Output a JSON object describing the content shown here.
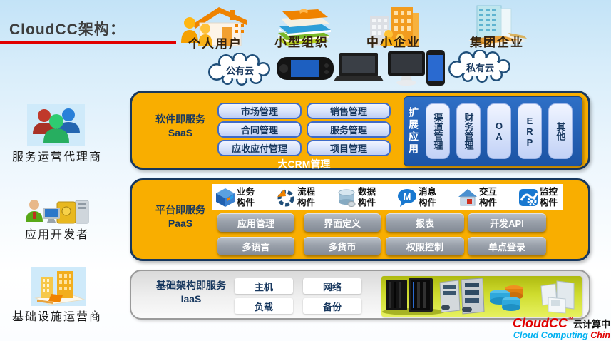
{
  "title": "CloudCC架构：",
  "audiences": [
    {
      "label": "个人用户"
    },
    {
      "label": "小型组织"
    },
    {
      "label": "中小企业"
    },
    {
      "label": "集团企业"
    }
  ],
  "clouds": {
    "public_label": "公有云",
    "private_label": "私有云"
  },
  "roles": [
    {
      "label": "服务运营代理商"
    },
    {
      "label": "应用开发者"
    },
    {
      "label": "基础设施运营商"
    }
  ],
  "saas": {
    "name_cn": "软件即服务",
    "name_en": "SaaS",
    "buttons": [
      "市场管理",
      "销售管理",
      "合同管理",
      "服务管理",
      "应收应付管理",
      "项目管理"
    ],
    "footer": "大CRM管理",
    "extension": {
      "label": "扩展应用",
      "items": [
        "渠道管理",
        "财务管理",
        "OA",
        "ERP",
        "其他"
      ]
    }
  },
  "paas": {
    "name_cn": "平台即服务",
    "name_en": "PaaS",
    "components": [
      "业务构件",
      "流程构件",
      "数据构件",
      "消息构件",
      "交互构件",
      "监控构件"
    ],
    "buttons": [
      "应用管理",
      "界面定义",
      "报表",
      "开发API",
      "多语言",
      "多货币",
      "权限控制",
      "单点登录"
    ]
  },
  "iaas": {
    "name_cn": "基础架构即服务",
    "name_en": "IaaS",
    "buttons": [
      "主机",
      "网络",
      "负载",
      "备份"
    ]
  },
  "logo": {
    "brand": "CloudCC",
    "trademark": "™",
    "brand_cn": "云计算中",
    "tagline_primary": "Cloud Computing ",
    "tagline_suffix": "Chin"
  },
  "colors": {
    "panel_orange": "#F9AE00",
    "navy_border": "#17375E",
    "extension_blue": "#1F5FB8",
    "blue_button_border": "#3F6BC9",
    "gray_button": "#9AA1AB",
    "underline_red": "#E10000",
    "logo_red": "#E00000",
    "logo_cyan": "#00B0F0",
    "banner_green": "#CFDC2E"
  }
}
